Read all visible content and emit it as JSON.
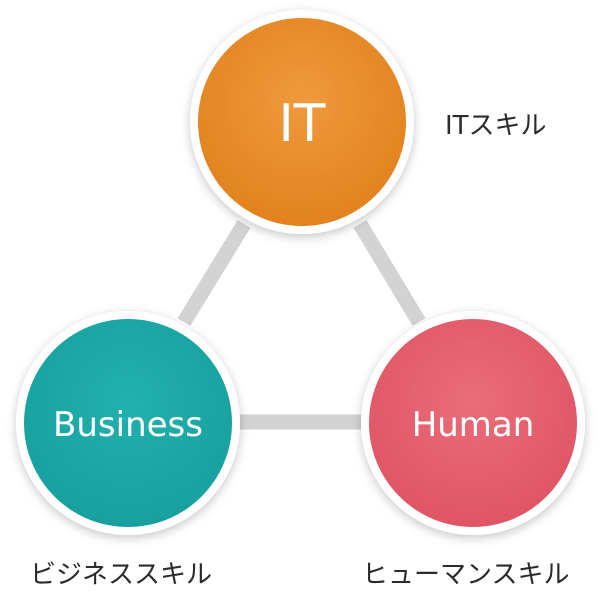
{
  "nodes": {
    "it": {
      "label": "IT",
      "color": "#e88a2e",
      "caption": "ITスキル"
    },
    "business": {
      "label": "Business",
      "color": "#1da6a5",
      "caption": "ビジネススキル"
    },
    "human": {
      "label": "Human",
      "color": "#e5606f",
      "caption": "ヒューマンスキル"
    }
  },
  "connector_color": "#d3d3d3"
}
